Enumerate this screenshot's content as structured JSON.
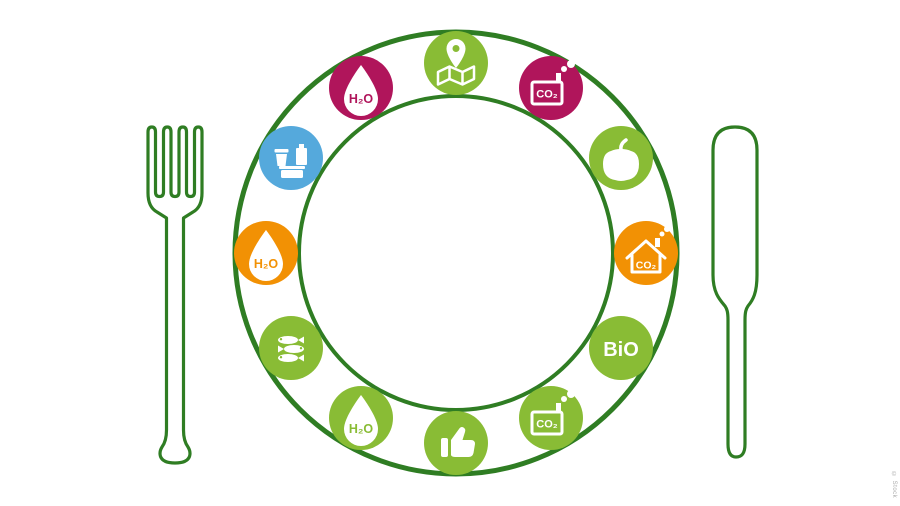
{
  "page": {
    "background": "#ffffff"
  },
  "plate": {
    "stroke_color": "#2f7d23"
  },
  "credit_text": "© Stock",
  "badges": [
    {
      "name": "badge-location-map",
      "icon": "map-pin",
      "label": "",
      "color": "#89bc35",
      "clock": 12,
      "angle_deg": -90
    },
    {
      "name": "badge-co2-industry",
      "icon": "co2-factory",
      "label": "CO₂",
      "color": "#b0155b",
      "clock": 1,
      "angle_deg": -60
    },
    {
      "name": "badge-vegetable",
      "icon": "pepper",
      "label": "",
      "color": "#89bc35",
      "clock": 2,
      "angle_deg": -30
    },
    {
      "name": "badge-co2-household",
      "icon": "co2-house",
      "label": "CO₂",
      "color": "#f29104",
      "clock": 3,
      "angle_deg": 0
    },
    {
      "name": "badge-bio",
      "icon": "bio-text",
      "label": "BiO",
      "color": "#89bc35",
      "clock": 4,
      "angle_deg": 30
    },
    {
      "name": "badge-co2-production",
      "icon": "co2-factory",
      "label": "CO₂",
      "color": "#89bc35",
      "clock": 5,
      "angle_deg": 60
    },
    {
      "name": "badge-thumbs-up",
      "icon": "thumbs-up",
      "label": "",
      "color": "#89bc35",
      "clock": 6,
      "angle_deg": 90
    },
    {
      "name": "badge-water-green",
      "icon": "water-drop",
      "label": "H₂O",
      "color": "#89bc35",
      "clock": 7,
      "angle_deg": 120
    },
    {
      "name": "badge-fish",
      "icon": "fish",
      "label": "",
      "color": "#89bc35",
      "clock": 8,
      "angle_deg": 150
    },
    {
      "name": "badge-water-orange",
      "icon": "water-drop",
      "label": "H₂O",
      "color": "#f29104",
      "clock": 9,
      "angle_deg": 180
    },
    {
      "name": "badge-packaging",
      "icon": "packaging",
      "label": "",
      "color": "#55a9dc",
      "clock": 10,
      "angle_deg": 210
    },
    {
      "name": "badge-water-magenta",
      "icon": "water-drop",
      "label": "H₂O",
      "color": "#b0155b",
      "clock": 11,
      "angle_deg": 240
    }
  ]
}
